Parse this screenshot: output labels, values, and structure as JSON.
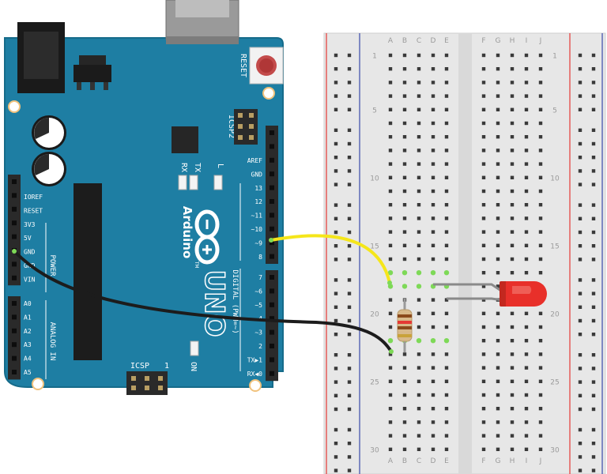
{
  "board": {
    "colors": {
      "pcb": "#1e7ea3",
      "pcb_edge": "#166b8a",
      "silk": "#ffffff",
      "header": "#2a2a2a"
    },
    "reset_label": "RESET",
    "icsp2_label": "ICSP2",
    "icsp_label": "ICSP",
    "icsp_pin_one": "1",
    "led_labels": {
      "rx": "RX",
      "tx": "TX",
      "l": "L",
      "on": "ON"
    },
    "brand": "Arduino",
    "model": "UNO",
    "trademark": "TM",
    "power_section_label": "POWER",
    "analog_section_label": "ANALOG IN",
    "digital_section_label": "DIGITAL (PWM=~)",
    "power_pins": [
      "IOREF",
      "RESET",
      "3V3",
      "5V",
      "GND",
      "GND",
      "VIN"
    ],
    "analog_pins": [
      "A0",
      "A1",
      "A2",
      "A3",
      "A4",
      "A5"
    ],
    "digital_pins_upper": [
      "AREF",
      "GND",
      "13",
      "12",
      "~11",
      "~10",
      "~9",
      "8"
    ],
    "digital_pins_lower": [
      "7",
      "~6",
      "~5",
      "4",
      "~3",
      "2",
      "TX▶1",
      "RX◀0"
    ]
  },
  "breadboard": {
    "column_letters_left": [
      "A",
      "B",
      "C",
      "D",
      "E"
    ],
    "column_letters_right": [
      "F",
      "G",
      "H",
      "I",
      "J"
    ],
    "row_numbers": [
      "1",
      "5",
      "10",
      "15",
      "20",
      "25",
      "30"
    ],
    "rail_colors": {
      "positive": "#e53935",
      "negative": "#3949ab"
    }
  },
  "wires": {
    "signal_color": "#f5e61a",
    "ground_color": "#1c1c1c"
  },
  "led": {
    "color": "#e8302a"
  },
  "resistor": {
    "body_color": "#d8b98a"
  }
}
